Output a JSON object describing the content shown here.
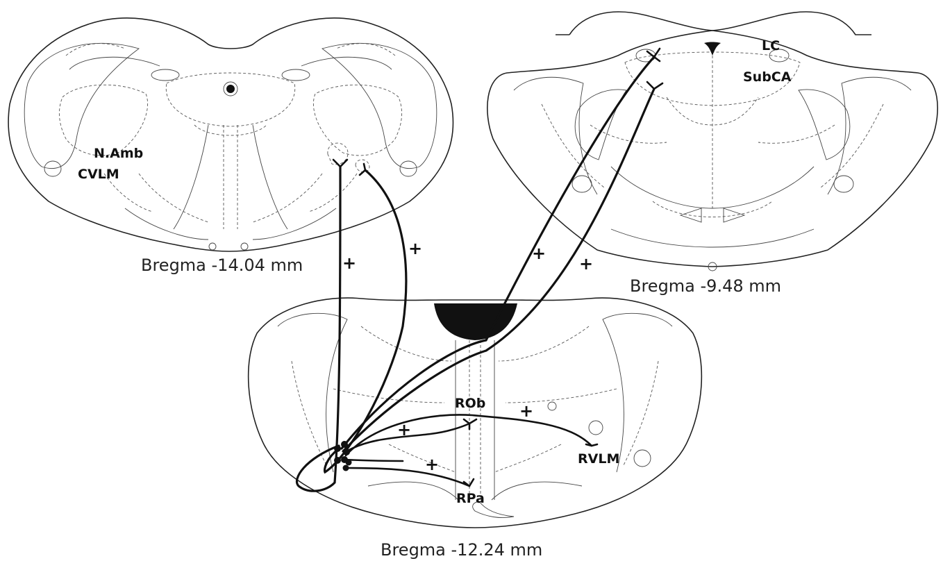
{
  "sections": {
    "caudal": {
      "bregma": "Bregma -14.04 mm",
      "labels": {
        "namb": "N.Amb",
        "cvlm": "CVLM"
      }
    },
    "rostral": {
      "bregma": "Bregma -9.48 mm",
      "labels": {
        "lc": "LC",
        "subca": "SubCA"
      }
    },
    "middle": {
      "bregma": "Bregma -12.24 mm",
      "labels": {
        "rob": "ROb",
        "rvlm": "RVLM",
        "rpa": "RPa"
      }
    }
  },
  "projection_sign": "+"
}
